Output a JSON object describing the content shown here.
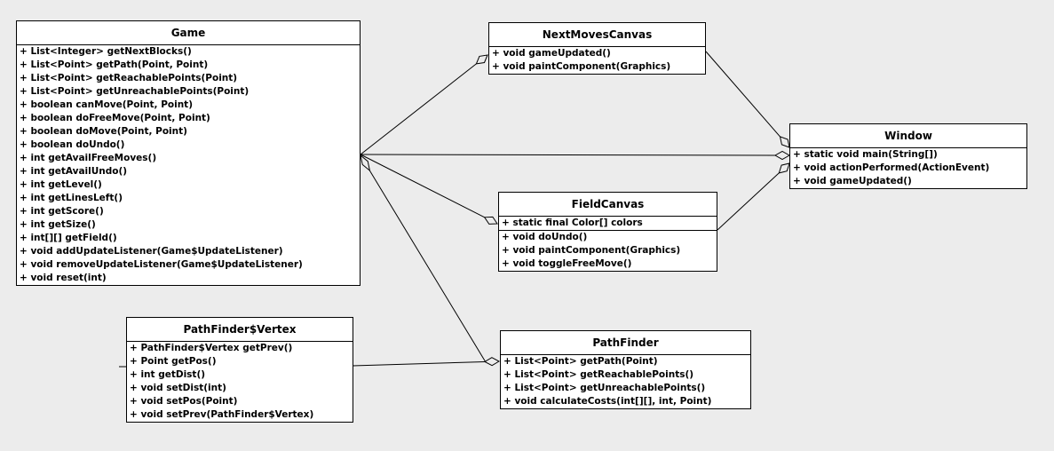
{
  "colors": {
    "background": "#ececec",
    "box_fill": "#ffffff",
    "border": "#000000",
    "text": "#000000"
  },
  "classes": {
    "game": {
      "title": "Game",
      "attributes": [],
      "methods": [
        "+ List<Integer> getNextBlocks()",
        "+ List<Point> getPath(Point, Point)",
        "+ List<Point> getReachablePoints(Point)",
        "+ List<Point> getUnreachablePoints(Point)",
        "+ boolean canMove(Point, Point)",
        "+ boolean doFreeMove(Point, Point)",
        "+ boolean doMove(Point, Point)",
        "+ boolean doUndo()",
        "+ int getAvailFreeMoves()",
        "+ int getAvailUndo()",
        "+ int getLevel()",
        "+ int getLinesLeft()",
        "+ int getScore()",
        "+ int getSize()",
        "+ int[][] getField()",
        "+ void addUpdateListener(Game$UpdateListener)",
        "+ void removeUpdateListener(Game$UpdateListener)",
        "+ void reset(int)"
      ]
    },
    "next_moves_canvas": {
      "title": "NextMovesCanvas",
      "attributes": [],
      "methods": [
        "+ void gameUpdated()",
        "+ void paintComponent(Graphics)"
      ]
    },
    "window": {
      "title": "Window",
      "attributes": [],
      "methods": [
        "+ static void main(String[])",
        "+ void actionPerformed(ActionEvent)",
        "+ void gameUpdated()"
      ]
    },
    "field_canvas": {
      "title": "FieldCanvas",
      "attributes": [
        "+ static final Color[] colors"
      ],
      "methods": [
        "+ void doUndo()",
        "+ void paintComponent(Graphics)",
        "+ void toggleFreeMove()"
      ]
    },
    "path_finder_vertex": {
      "title": "PathFinder$Vertex",
      "attributes": [],
      "methods": [
        "+ PathFinder$Vertex getPrev()",
        "+ Point getPos()",
        "+ int getDist()",
        "+ void setDist(int)",
        "+ void setPos(Point)",
        "+ void setPrev(PathFinder$Vertex)"
      ]
    },
    "path_finder": {
      "title": "PathFinder",
      "attributes": [],
      "methods": [
        "+ List<Point> getPath(Point)",
        "+ List<Point> getReachablePoints()",
        "+ List<Point> getUnreachablePoints()",
        "+ void calculateCosts(int[][], int, Point)"
      ]
    }
  },
  "relations": [
    {
      "from": "Game",
      "to": "NextMovesCanvas",
      "type": "aggregation",
      "diamond_at": "NextMovesCanvas"
    },
    {
      "from": "Game",
      "to": "Window",
      "type": "aggregation",
      "diamond_at": "Window"
    },
    {
      "from": "NextMovesCanvas",
      "to": "Window",
      "type": "aggregation",
      "diamond_at": "Window"
    },
    {
      "from": "FieldCanvas",
      "to": "Window",
      "type": "aggregation",
      "diamond_at": "Window"
    },
    {
      "from": "Game",
      "to": "FieldCanvas",
      "type": "aggregation",
      "diamond_at": "FieldCanvas"
    },
    {
      "from": "Game",
      "to": "PathFinder",
      "type": "aggregation",
      "diamond_at": "Game"
    },
    {
      "from": "PathFinder$Vertex",
      "to": "PathFinder",
      "type": "aggregation",
      "diamond_at": "PathFinder"
    }
  ]
}
